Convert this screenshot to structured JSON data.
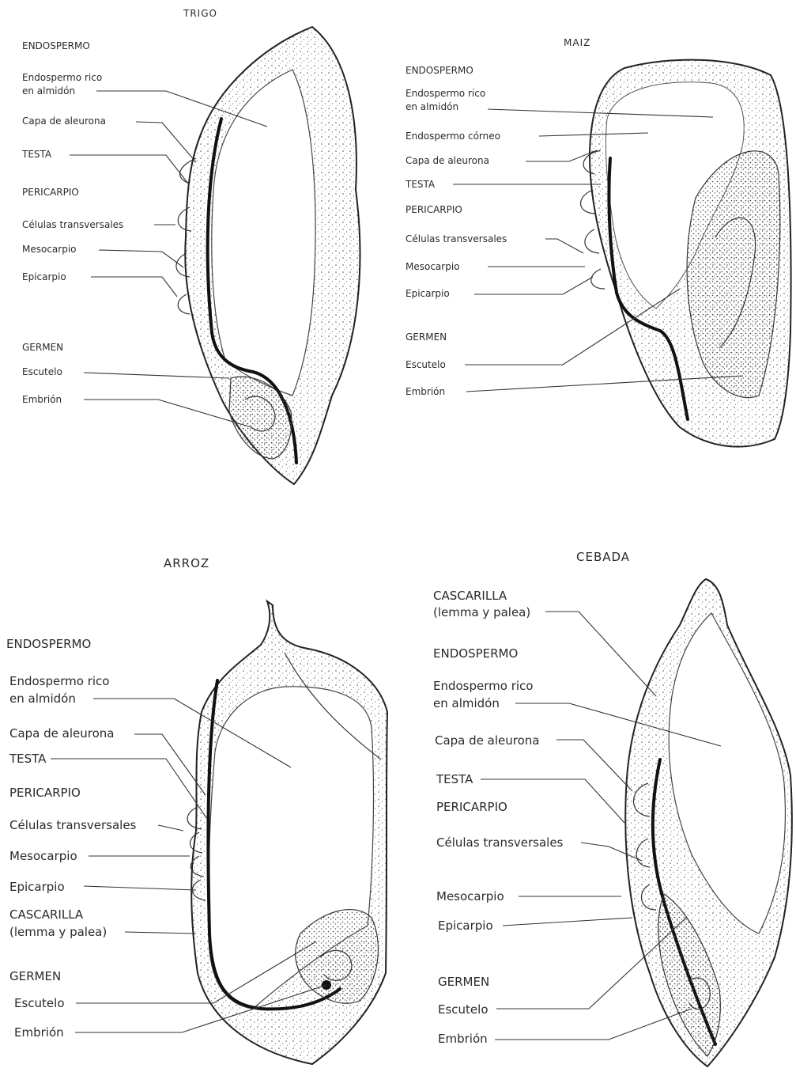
{
  "panels": {
    "trigo": {
      "title": "TRIGO",
      "labels": [
        "ENDOSPERMO",
        "Endospermo rico",
        "en almidón",
        "Capa de aleurona",
        "TESTA",
        "PERICARPIO",
        "Células transversales",
        "Mesocarpio",
        "Epicarpio",
        "GERMEN",
        "Escutelo",
        "Embrión"
      ]
    },
    "maiz": {
      "title": "MAIZ",
      "labels": [
        "ENDOSPERMO",
        "Endospermo rico",
        "en almidón",
        "Endospermo córneo",
        "Capa de aleurona",
        "TESTA",
        "PERICARPIO",
        "Células transversales",
        "Mesocarpio",
        "Epicarpio",
        "GERMEN",
        "Escutelo",
        "Embrión"
      ]
    },
    "arroz": {
      "title": "ARROZ",
      "labels": [
        "ENDOSPERMO",
        "Endospermo rico",
        "en almidón",
        "Capa de aleurona",
        "TESTA",
        "PERICARPIO",
        "Células transversales",
        "Mesocarpio",
        "Epicarpio",
        "CASCARILLA",
        "(lemma y palea)",
        "GERMEN",
        "Escutelo",
        "Embrión"
      ]
    },
    "cebada": {
      "title": "CEBADA",
      "labels": [
        "CASCARILLA",
        "(lemma y palea)",
        "ENDOSPERMO",
        "Endospermo rico",
        "en almidón",
        "Capa de aleurona",
        "TESTA",
        "PERICARPIO",
        "Células transversales",
        "Mesocarpio",
        "Epicarpio",
        "GERMEN",
        "Escutelo",
        "Embrión"
      ]
    }
  }
}
